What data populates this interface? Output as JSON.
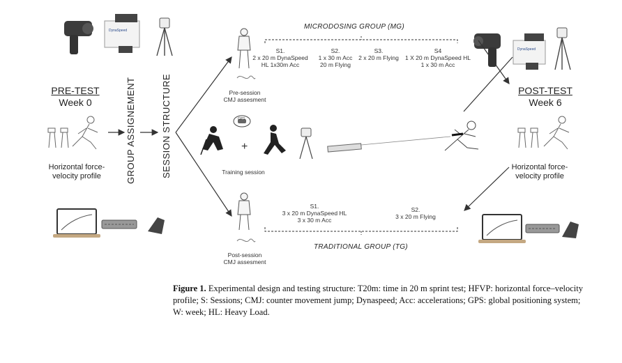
{
  "pre_test": {
    "title": "PRE-TEST",
    "week": "Week 0",
    "profile": "Horizontal force-velocity profile"
  },
  "post_test": {
    "title": "POST-TEST",
    "week": "Week 6",
    "profile": "Horizontal force-velocity profile"
  },
  "group_assignment": "GROUP ASSIGNEMENT",
  "session_structure": "SESSION STRUCTURE",
  "microdosing_group": "MICRODOSING GROUP (MG)",
  "traditional_group": "TRADITIONAL GROUP (TG)",
  "mg_sessions": [
    {
      "id": "S1.",
      "line1": "2 x 20 m DynaSpeed",
      "line2": "HL 1x30m Acc"
    },
    {
      "id": "S2.",
      "line1": "1 x 30 m Acc",
      "line2": "20 m Flying"
    },
    {
      "id": "S3.",
      "line1": "2 x 20 m Flying",
      "line2": ""
    },
    {
      "id": "S4",
      "line1": "1 X 20 m DynaSpeed HL",
      "line2": "1 x 30 m Acc"
    }
  ],
  "tg_sessions": [
    {
      "id": "S1.",
      "line1": "3 x 20 m DynaSpeed HL",
      "line2": "3 x 30 m Acc"
    },
    {
      "id": "S2.",
      "line1": "3 x 20 m Flying",
      "line2": ""
    }
  ],
  "pre_session_cmj": "Pre-session CMJ assesment",
  "post_session_cmj": "Post-session CMJ assesment",
  "training_session": "Training session",
  "gps_label": "GPS",
  "caption": {
    "bold": "Figure 1.",
    "text": " Experimental design and testing structure: T20m: time in 20 m sprint test; HFVP: horizontal force–velocity profile; S: Sessions; CMJ: counter movement jump; Dynaspeed; Acc: accelerations; GPS: global positioning system; W: week; HL: Heavy Load."
  }
}
